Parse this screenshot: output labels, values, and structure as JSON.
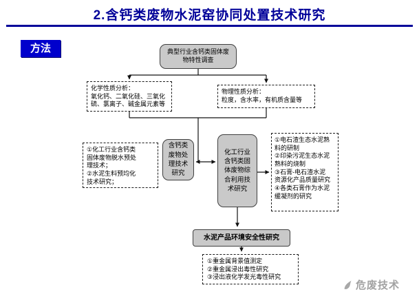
{
  "slide": {
    "title": "2.含钙类废物水泥窑协同处置技术研究",
    "method_label": "方法"
  },
  "flowchart": {
    "survey": "典型行业含钙类固体废物特性调查",
    "chemical_analysis": "化学性质分析：\n氧化钙、二氧化硅、三氧化\n硫、氯离子、碱金属元素等",
    "physical_analysis": "物理性质分析：\n粒度，含水率，有机质含量等",
    "pretreatment": "①化工行业含钙类\n固体废物脱水预处\n理技术；\n②水泥生料预均化\n技术研究；",
    "treatment_research": "含钙类废物处理技术研究",
    "utilization_research": "化工行业含钙类固体废物综合利用技术研究",
    "utilization_items": "①电石渣生态水泥熟\n料的研制\n②印染污泥生态水泥\n熟料的烧制\n③石膏-电石渣水泥\n资源化产品质量研究\n④各类石膏作为水泥\n缓凝剂的研究",
    "cement_safety": "水泥产品环境安全性研究",
    "safety_items": "①重金属背景值测定\n②重金属浸出毒性研究\n③浸出液化学发光毒性研究"
  },
  "watermark": {
    "name": "危废技术"
  },
  "colors": {
    "accent": "#000099",
    "method_bg": "#0000cc",
    "node_fill": "#c9c9c9"
  }
}
